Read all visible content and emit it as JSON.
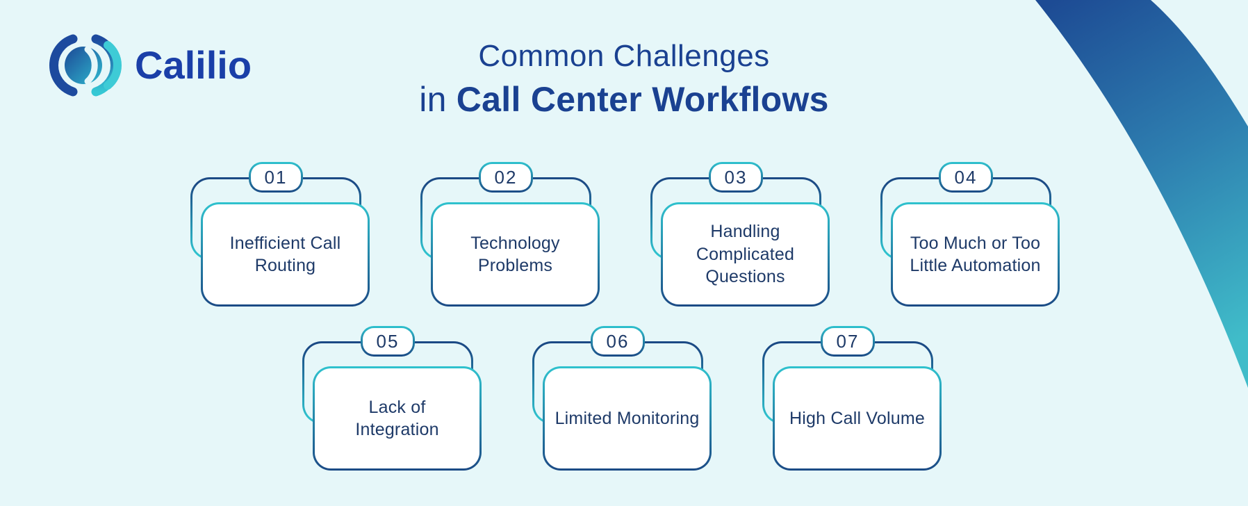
{
  "logo": {
    "brand": "Calilio"
  },
  "title": {
    "line1": "Common Challenges",
    "line2_prefix": "in",
    "line2_bold": "Call Center Workflows"
  },
  "cards": [
    {
      "number": "01",
      "label": "Inefficient Call Routing"
    },
    {
      "number": "02",
      "label": "Technology Problems"
    },
    {
      "number": "03",
      "label": "Handling Complicated Questions"
    },
    {
      "number": "04",
      "label": "Too Much or Too Little Automation"
    },
    {
      "number": "05",
      "label": "Lack of Integration"
    },
    {
      "number": "06",
      "label": "Limited Monitoring"
    },
    {
      "number": "07",
      "label": "High Call Volume"
    }
  ],
  "colors": {
    "background": "#e6f7f9",
    "navy": "#1b4a85",
    "teal": "#2fc2ce",
    "title": "#1a4191",
    "card_text": "#1e3a68",
    "logo_text": "#1a3fa8",
    "card_bg": "#ffffff",
    "swoosh_start": "#1d4b94",
    "swoosh_mid": "#2e7fb0",
    "swoosh_end": "#40bcc9"
  }
}
